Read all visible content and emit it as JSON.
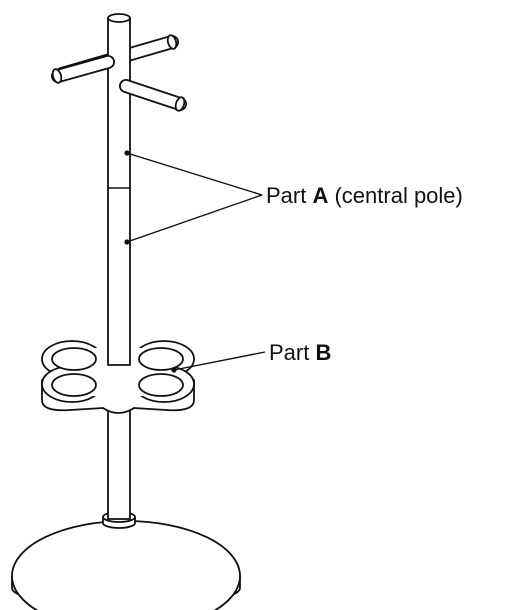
{
  "labels": {
    "part_a": {
      "prefix": "Part ",
      "letter": "A",
      "suffix": " (central pole)"
    },
    "part_b": {
      "prefix": "Part ",
      "letter": "B"
    }
  },
  "colors": {
    "ink": "#111111",
    "background": "#ffffff"
  }
}
